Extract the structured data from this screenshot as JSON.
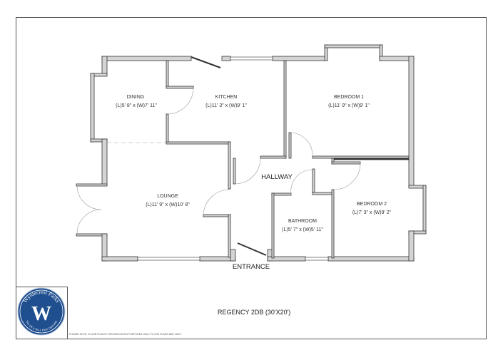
{
  "rooms": {
    "dining": {
      "name": "DINING",
      "dims": "(L)5' 8\" x (W)7' 11\""
    },
    "kitchen": {
      "name": "KITCHEN",
      "dims": "(L)11' 3\" x (W)9' 1\""
    },
    "bedroom1": {
      "name": "BEDROOM 1",
      "dims": "(L)11' 9\" x (W)9' 1\""
    },
    "lounge": {
      "name": "LOUNGE",
      "dims": "(L)11' 9\" x (W)10' 8\""
    },
    "bathroom": {
      "name": "BATHROOM",
      "dims": "(L)5' 7\" x (W)5' 11\""
    },
    "bedroom2": {
      "name": "BEDROOM 2",
      "dims": "(L)7' 3\" x (W)9' 2\""
    }
  },
  "labels": {
    "hallway": "HALLWAY",
    "entrance": "ENTRANCE"
  },
  "title": "REGENCY 2DB (30'X20')",
  "note": "PLEASE NOTE: FLOOR PLAN IS FOR INDICATION PURPOSES ONLY. FLOOR PLANS MAY VARY.",
  "logo": {
    "top_text": "Wyldecrest Parks",
    "letter": "W",
    "bottom_text": "The UK's No.1 Park Operator",
    "color": "#1f4f8f"
  },
  "colors": {
    "wall_fill": "#d4d4d4",
    "wall_stroke": "#333333"
  }
}
